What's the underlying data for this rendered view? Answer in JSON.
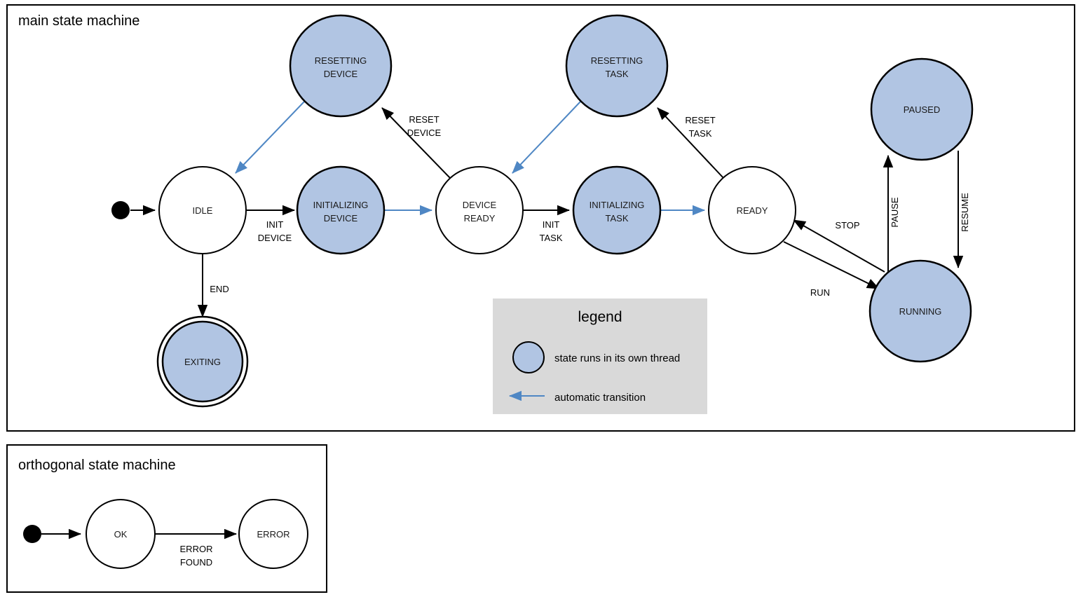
{
  "diagram": {
    "type": "uml-state-machine",
    "colors": {
      "thread_state_fill": "#b1c5e3",
      "plain_state_fill": "#ffffff",
      "stroke": "#000000",
      "automatic_transition": "#4f87c4",
      "legend_background": "#d9d9d9"
    }
  },
  "main_frame": {
    "title": "main state machine",
    "states": [
      {
        "id": "idle",
        "label_line1": "IDLE",
        "label_line2": "",
        "thread": false,
        "final": false
      },
      {
        "id": "resetting-device",
        "label_line1": "RESETTING",
        "label_line2": "DEVICE",
        "thread": true,
        "final": false
      },
      {
        "id": "initializing-device",
        "label_line1": "INITIALIZING",
        "label_line2": "DEVICE",
        "thread": true,
        "final": false
      },
      {
        "id": "device-ready",
        "label_line1": "DEVICE",
        "label_line2": "READY",
        "thread": false,
        "final": false
      },
      {
        "id": "resetting-task",
        "label_line1": "RESETTING",
        "label_line2": "TASK",
        "thread": true,
        "final": false
      },
      {
        "id": "initializing-task",
        "label_line1": "INITIALIZING",
        "label_line2": "TASK",
        "thread": true,
        "final": false
      },
      {
        "id": "ready",
        "label_line1": "READY",
        "label_line2": "",
        "thread": false,
        "final": false
      },
      {
        "id": "paused",
        "label_line1": "PAUSED",
        "label_line2": "",
        "thread": true,
        "final": false
      },
      {
        "id": "running",
        "label_line1": "RUNNING",
        "label_line2": "",
        "thread": true,
        "final": false
      },
      {
        "id": "exiting",
        "label_line1": "EXITING",
        "label_line2": "",
        "thread": true,
        "final": true
      }
    ],
    "transitions": [
      {
        "id": "start-idle",
        "from": "start",
        "to": "idle",
        "label_line1": "",
        "label_line2": "",
        "automatic": false
      },
      {
        "id": "idle-init-device",
        "from": "idle",
        "to": "initializing-device",
        "label_line1": "INIT",
        "label_line2": "DEVICE",
        "automatic": false
      },
      {
        "id": "idle-end",
        "from": "idle",
        "to": "exiting",
        "label_line1": "END",
        "label_line2": "",
        "automatic": false
      },
      {
        "id": "init-device-ready",
        "from": "initializing-device",
        "to": "device-ready",
        "label_line1": "",
        "label_line2": "",
        "automatic": true
      },
      {
        "id": "device-ready-reset",
        "from": "device-ready",
        "to": "resetting-device",
        "label_line1": "RESET",
        "label_line2": "DEVICE",
        "automatic": false
      },
      {
        "id": "resetting-device-idle",
        "from": "resetting-device",
        "to": "idle",
        "label_line1": "",
        "label_line2": "",
        "automatic": true
      },
      {
        "id": "device-ready-init-task",
        "from": "device-ready",
        "to": "initializing-task",
        "label_line1": "INIT",
        "label_line2": "TASK",
        "automatic": false
      },
      {
        "id": "init-task-ready",
        "from": "initializing-task",
        "to": "ready",
        "label_line1": "",
        "label_line2": "",
        "automatic": true
      },
      {
        "id": "ready-reset-task",
        "from": "ready",
        "to": "resetting-task",
        "label_line1": "RESET",
        "label_line2": "TASK",
        "automatic": false
      },
      {
        "id": "resetting-task-device-ready",
        "from": "resetting-task",
        "to": "device-ready",
        "label_line1": "",
        "label_line2": "",
        "automatic": true
      },
      {
        "id": "ready-run",
        "from": "ready",
        "to": "running",
        "label_line1": "RUN",
        "label_line2": "",
        "automatic": false
      },
      {
        "id": "running-stop",
        "from": "running",
        "to": "ready",
        "label_line1": "STOP",
        "label_line2": "",
        "automatic": false
      },
      {
        "id": "running-pause",
        "from": "running",
        "to": "paused",
        "label_line1": "PAUSE",
        "label_line2": "",
        "automatic": false
      },
      {
        "id": "paused-resume",
        "from": "paused",
        "to": "running",
        "label_line1": "RESUME",
        "label_line2": "",
        "automatic": false
      }
    ]
  },
  "legend": {
    "title": "legend",
    "items": [
      {
        "id": "thread-state",
        "symbol": "filled-blue-circle",
        "text": "state runs in its own thread"
      },
      {
        "id": "automatic-transition",
        "symbol": "blue-left-arrow",
        "text": "automatic transition"
      }
    ]
  },
  "orthogonal_frame": {
    "title": "orthogonal state machine",
    "states": [
      {
        "id": "ok",
        "label_line1": "OK",
        "label_line2": ""
      },
      {
        "id": "error",
        "label_line1": "ERROR",
        "label_line2": ""
      }
    ],
    "transitions": [
      {
        "id": "start-ok",
        "from": "start",
        "to": "ok",
        "label_line1": "",
        "label_line2": ""
      },
      {
        "id": "ok-error",
        "from": "ok",
        "to": "error",
        "label_line1": "ERROR",
        "label_line2": "FOUND"
      }
    ]
  }
}
